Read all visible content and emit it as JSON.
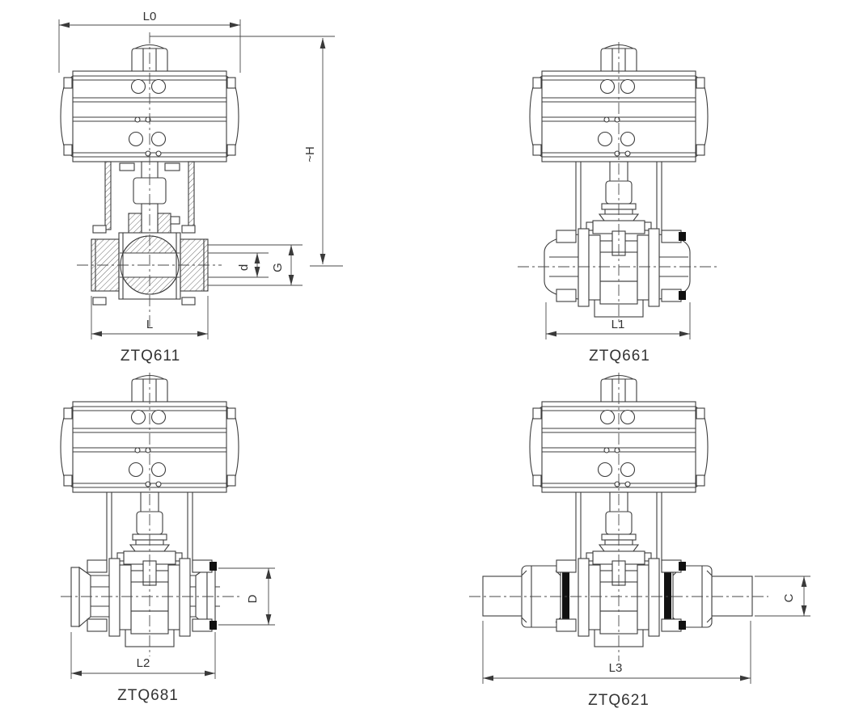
{
  "figures": {
    "f1": {
      "model": "ZTQ611",
      "dim_width": "L0",
      "dim_height": "~H",
      "dim_bore": "d",
      "dim_thread": "G",
      "dim_length": "L"
    },
    "f2": {
      "model": "ZTQ661",
      "dim_length": "L1"
    },
    "f3": {
      "model": "ZTQ681",
      "dim_diameter": "D",
      "dim_length": "L2"
    },
    "f4": {
      "model": "ZTQ621",
      "dim_diameter": "C",
      "dim_length": "L3"
    }
  },
  "colors": {
    "line": "#3c3c3c",
    "dim": "#4a4a4a",
    "background": "#ffffff",
    "dark_fill": "#111111"
  }
}
